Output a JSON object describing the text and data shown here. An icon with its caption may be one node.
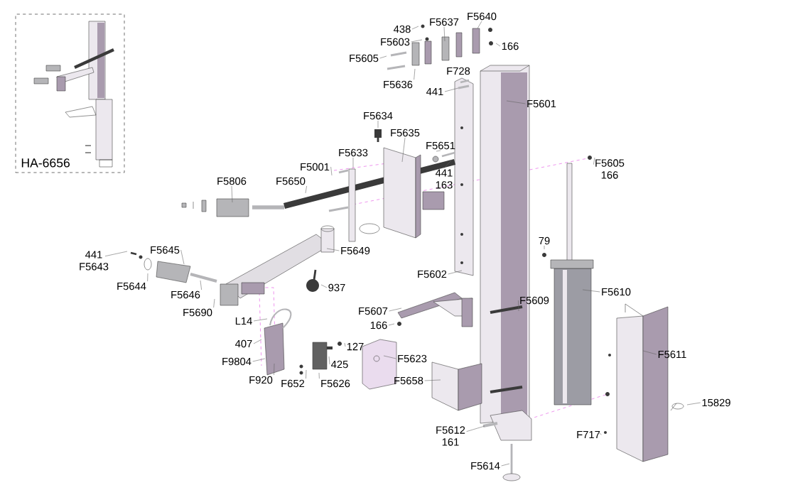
{
  "diagram": {
    "nodes": [
      {
        "text": [
          "HA-6656"
        ]
      },
      {
        "text": [
          "438"
        ]
      },
      {
        "text": [
          "F5603"
        ]
      },
      {
        "text": [
          "F5605"
        ]
      },
      {
        "text": [
          "F5636"
        ]
      },
      {
        "text": [
          "F5637"
        ]
      },
      {
        "text": [
          "F5640"
        ]
      },
      {
        "text": [
          "166"
        ]
      },
      {
        "text": [
          "441"
        ]
      },
      {
        "text": [
          "F5601"
        ]
      },
      {
        "text": [
          "F5634"
        ]
      },
      {
        "text": [
          "F5635"
        ]
      },
      {
        "text": [
          "F5633"
        ]
      },
      {
        "text": [
          "F5001"
        ]
      },
      {
        "text": [
          "F5651"
        ]
      },
      {
        "text": [
          "441",
          "163"
        ]
      },
      {
        "text": [
          "F5806"
        ]
      },
      {
        "text": [
          "F5650"
        ]
      },
      {
        "text": [
          "F5605",
          "166"
        ]
      },
      {
        "text": [
          "79"
        ]
      },
      {
        "text": [
          "441",
          "F5643"
        ]
      },
      {
        "text": [
          "F5645"
        ]
      },
      {
        "text": [
          "F5649"
        ]
      },
      {
        "text": [
          "F5644"
        ]
      },
      {
        "text": [
          "F5646"
        ]
      },
      {
        "text": [
          "F5602"
        ]
      },
      {
        "text": [
          "937"
        ]
      },
      {
        "text": [
          "F5610"
        ]
      },
      {
        "text": [
          "F5690"
        ]
      },
      {
        "text": [
          "F5609"
        ]
      },
      {
        "text": [
          "F5607"
        ]
      },
      {
        "text": [
          "166"
        ]
      },
      {
        "text": [
          "L14"
        ]
      },
      {
        "text": [
          "407"
        ]
      },
      {
        "text": [
          "127"
        ]
      },
      {
        "text": [
          "F5623"
        ]
      },
      {
        "text": [
          "F9804"
        ]
      },
      {
        "text": [
          "F5611"
        ]
      },
      {
        "text": [
          "425"
        ]
      },
      {
        "text": [
          "F5658"
        ]
      },
      {
        "text": [
          "F920"
        ]
      },
      {
        "text": [
          "F652"
        ]
      },
      {
        "text": [
          "F5626"
        ]
      },
      {
        "text": [
          "15829"
        ]
      },
      {
        "text": [
          "F5612",
          "161"
        ]
      },
      {
        "text": [
          "F717"
        ]
      },
      {
        "text": [
          "F5614"
        ]
      }
    ],
    "edges": [
      {
        "from": 1,
        "to": null,
        "arrow": "none"
      },
      {
        "from": 2,
        "to": null,
        "arrow": "none"
      },
      {
        "from": 3,
        "to": null,
        "arrow": "none"
      },
      {
        "from": 4,
        "to": null,
        "arrow": "none"
      },
      {
        "from": 5,
        "to": null,
        "arrow": "none"
      },
      {
        "from": 6,
        "to": null,
        "arrow": "none"
      },
      {
        "from": 7,
        "to": null,
        "arrow": "none"
      },
      {
        "from": 8,
        "to": null,
        "arrow": "none"
      },
      {
        "from": 9,
        "to": null,
        "arrow": "none"
      },
      {
        "from": 10,
        "to": null,
        "arrow": "none"
      },
      {
        "from": 11,
        "to": null,
        "arrow": "none"
      },
      {
        "from": 12,
        "to": null,
        "arrow": "none"
      },
      {
        "from": 13,
        "to": null,
        "arrow": "none"
      },
      {
        "from": 14,
        "to": null,
        "arrow": "none"
      },
      {
        "from": 15,
        "to": null,
        "arrow": "none"
      },
      {
        "from": 16,
        "to": null,
        "arrow": "none"
      },
      {
        "from": 17,
        "to": null,
        "arrow": "none"
      },
      {
        "from": 18,
        "to": null,
        "arrow": "none"
      },
      {
        "from": 19,
        "to": null,
        "arrow": "none"
      },
      {
        "from": 20,
        "to": null,
        "arrow": "none"
      },
      {
        "from": 21,
        "to": null,
        "arrow": "none"
      },
      {
        "from": 22,
        "to": null,
        "arrow": "none"
      },
      {
        "from": 23,
        "to": null,
        "arrow": "none"
      },
      {
        "from": 24,
        "to": null,
        "arrow": "none"
      },
      {
        "from": 25,
        "to": null,
        "arrow": "none"
      },
      {
        "from": 26,
        "to": null,
        "arrow": "none"
      },
      {
        "from": 27,
        "to": null,
        "arrow": "none"
      },
      {
        "from": 28,
        "to": null,
        "arrow": "none"
      },
      {
        "from": 29,
        "to": null,
        "arrow": "none"
      },
      {
        "from": 30,
        "to": null,
        "arrow": "none"
      },
      {
        "from": 31,
        "to": null,
        "arrow": "none"
      },
      {
        "from": 32,
        "to": null,
        "arrow": "none"
      },
      {
        "from": 33,
        "to": null,
        "arrow": "none"
      },
      {
        "from": 34,
        "to": null,
        "arrow": "none"
      },
      {
        "from": 35,
        "to": null,
        "arrow": "none"
      },
      {
        "from": 36,
        "to": null,
        "arrow": "none"
      },
      {
        "from": 37,
        "to": null,
        "arrow": "none"
      },
      {
        "from": 38,
        "to": null,
        "arrow": "none"
      },
      {
        "from": 39,
        "to": null,
        "arrow": "none"
      },
      {
        "from": 40,
        "to": null,
        "arrow": "none"
      },
      {
        "from": 41,
        "to": null,
        "arrow": "none"
      },
      {
        "from": 42,
        "to": null,
        "arrow": "none"
      },
      {
        "from": 43,
        "to": null,
        "arrow": "none"
      },
      {
        "from": 44,
        "to": null,
        "arrow": "none"
      },
      {
        "from": 45,
        "to": null,
        "arrow": "none"
      },
      {
        "from": 46,
        "to": null,
        "arrow": "none"
      }
    ],
    "labels": [
      "F728"
    ]
  }
}
